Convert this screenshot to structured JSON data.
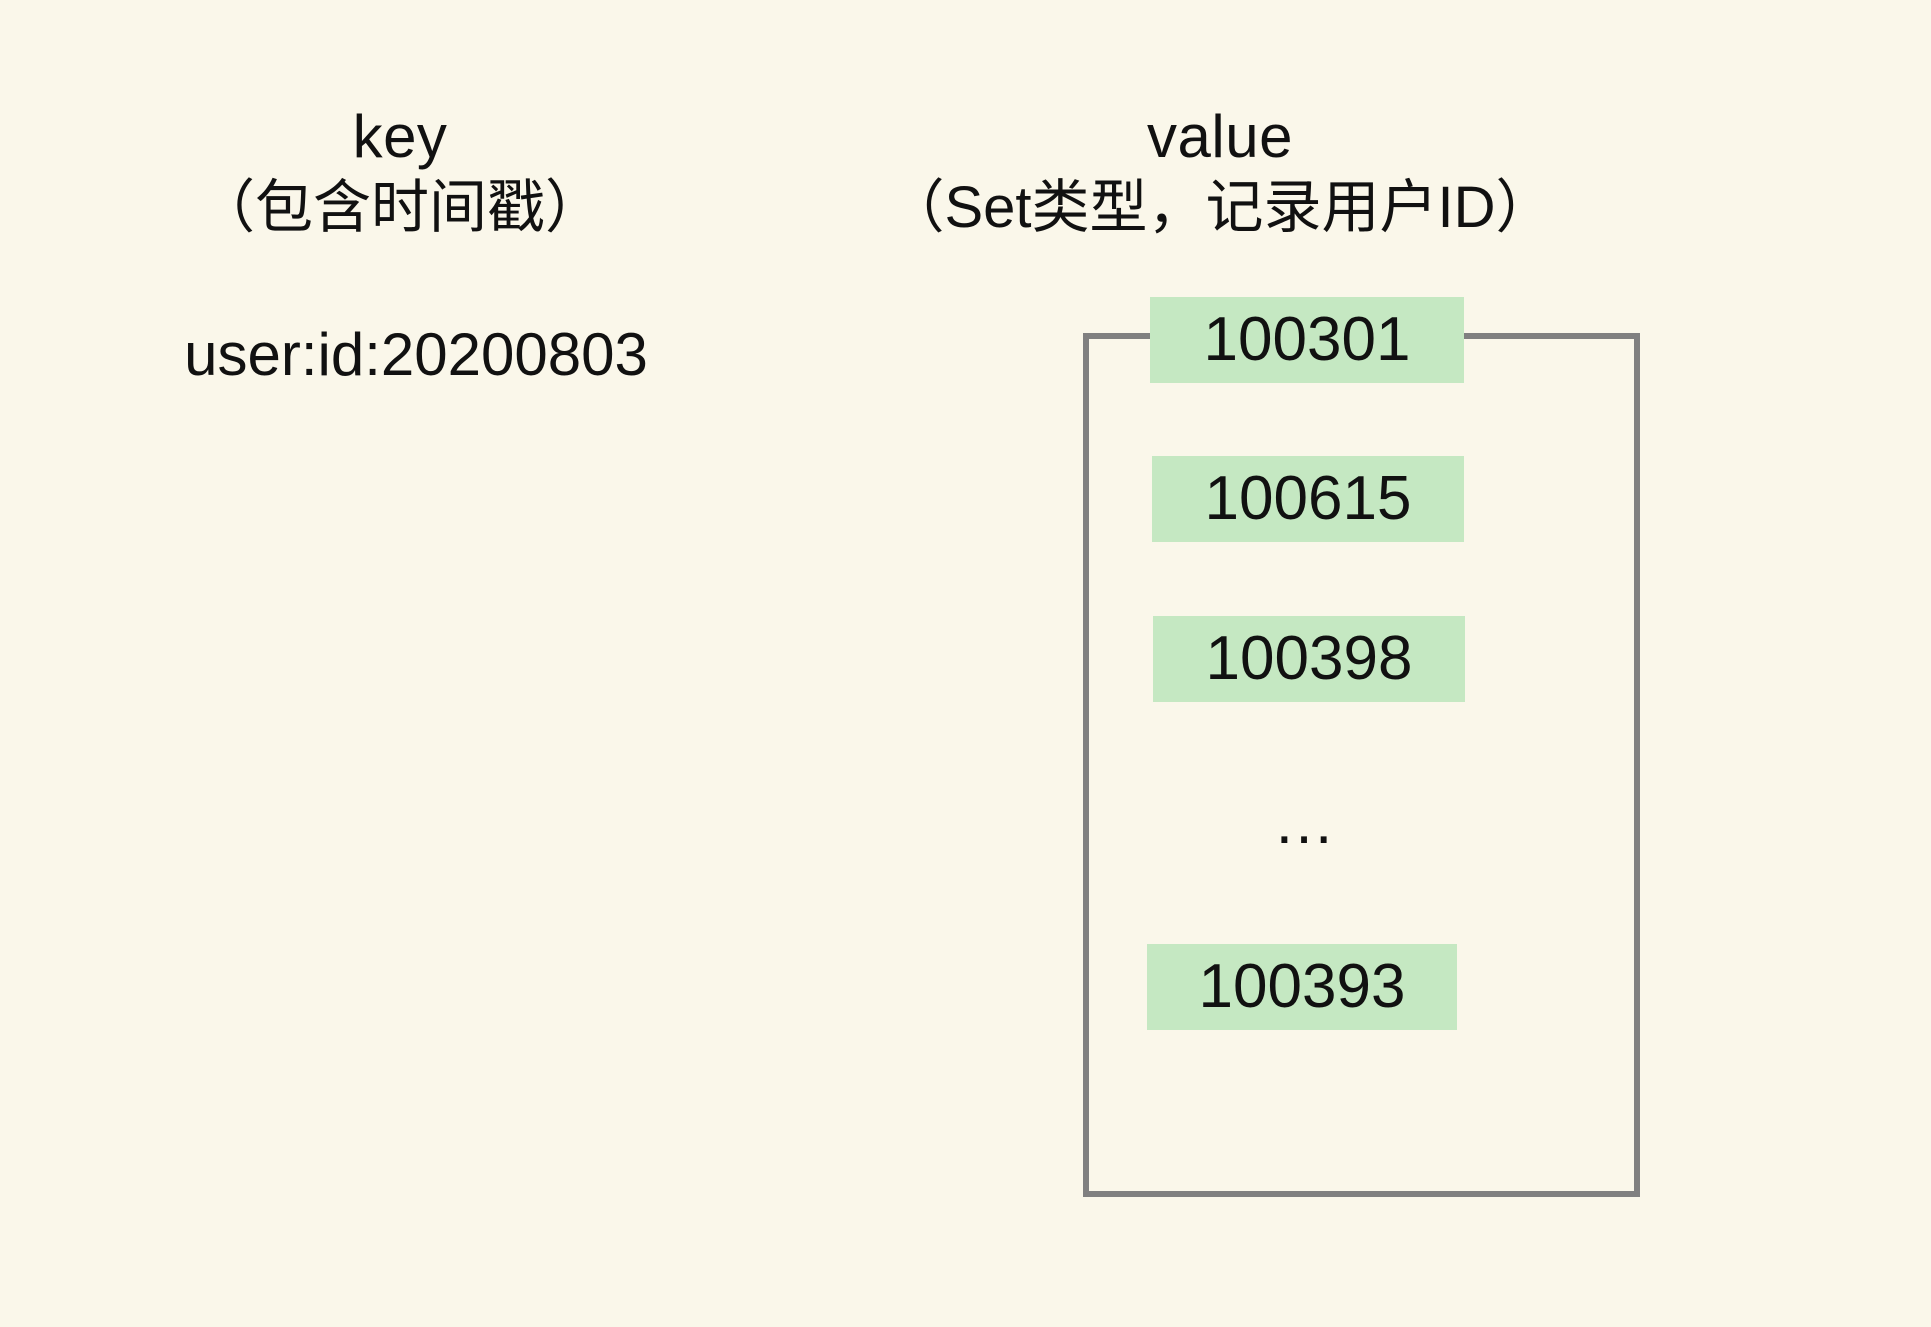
{
  "canvas": {
    "background_color": "#faf7ea",
    "text_color": "#111111"
  },
  "key_column": {
    "title": "key",
    "subtitle": "（包含时间戳）",
    "value": "user:id:20200803"
  },
  "value_column": {
    "title": "value",
    "subtitle": "（Set类型，记录用户ID）",
    "container": {
      "border_color": "#808080",
      "item_background": "#c5e8c2"
    },
    "items": [
      {
        "label": "100301"
      },
      {
        "label": "100615"
      },
      {
        "label": "100398"
      },
      {
        "label": "…"
      },
      {
        "label": "100393"
      }
    ]
  }
}
